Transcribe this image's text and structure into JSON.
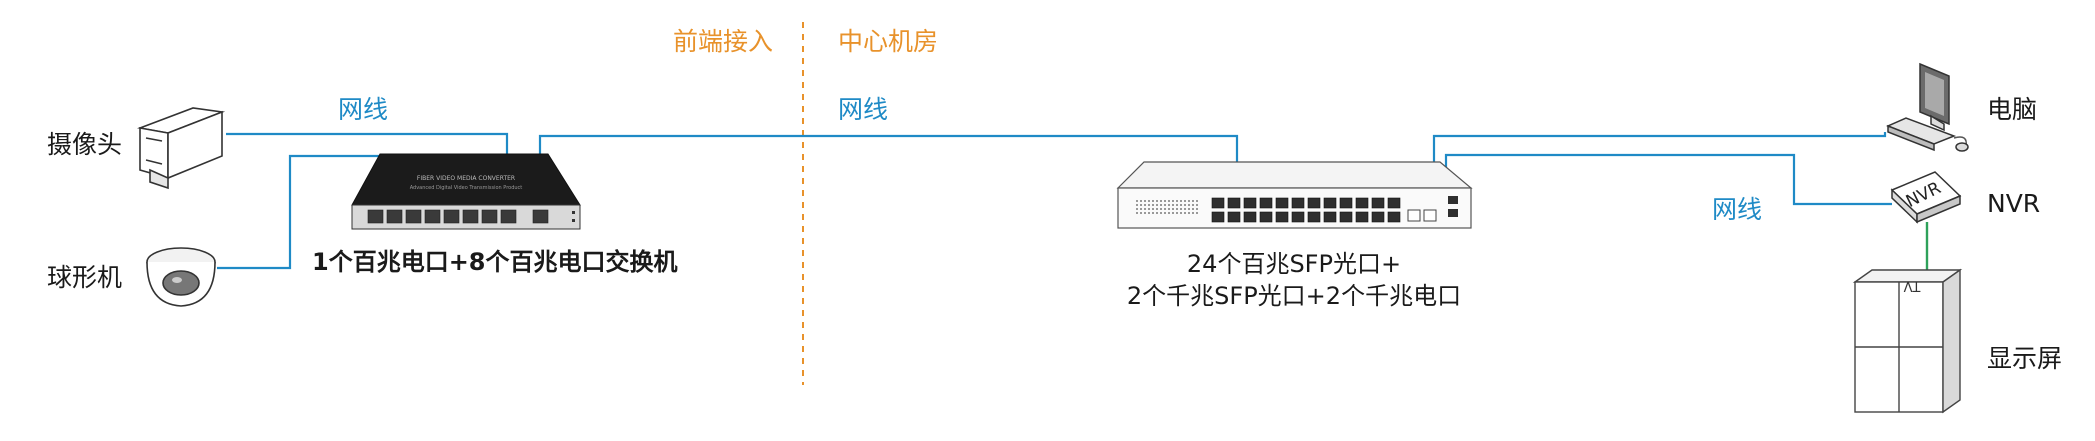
{
  "zones": {
    "front": "前端接入",
    "center": "中心机房"
  },
  "wire_labels": {
    "left": "网线",
    "middle": "网线",
    "right": "网线"
  },
  "devices": {
    "camera": "摄像头",
    "dome": "球形机",
    "pc": "电脑",
    "nvr": "NVR",
    "display": "显示屏"
  },
  "media_converter": {
    "caption": "1个百兆电口+8个百兆电口交换机",
    "panel_text_1": "FIBER VIDEO MEDIA CONVERTER",
    "panel_text_2": "Advanced Digital Video Transmission Product"
  },
  "core_switch": {
    "caption_line1": "24个百兆SFP光口+",
    "caption_line2": "2个千兆SFP光口+2个千兆电口"
  },
  "nvr_box_label": "NVR",
  "display_box_label": "TV",
  "colors": {
    "wire": "#1f8ac6",
    "zone": "#e8922b",
    "hdmi": "#2ea15a",
    "text": "#1a1a1a"
  }
}
